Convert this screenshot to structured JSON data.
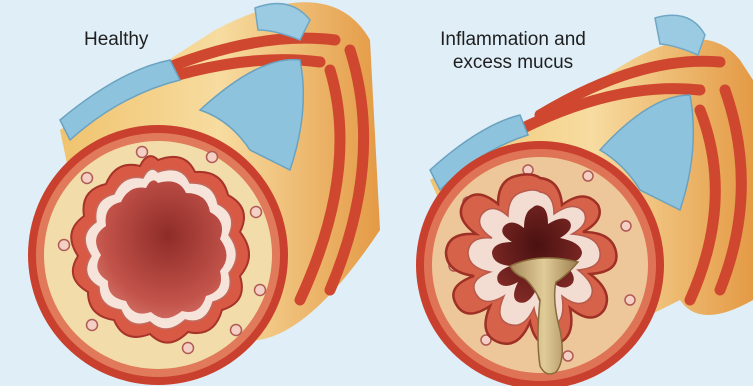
{
  "labels": {
    "healthy": "Healthy",
    "inflamed_line1": "Inflammation and",
    "inflamed_line2": "excess mucus"
  },
  "colors": {
    "background": "#dfeef7",
    "outer_wall": "#c9402e",
    "cartilage_tan": "#f2d99c",
    "cartilage_orange": "#e8a24a",
    "smooth_muscle": "#d24f3a",
    "lumen_healthy": "#b9443a",
    "lumen_inflamed": "#6a1d1a",
    "mucus": "#c9b07a",
    "connective_blue": "#8ec3dd"
  }
}
